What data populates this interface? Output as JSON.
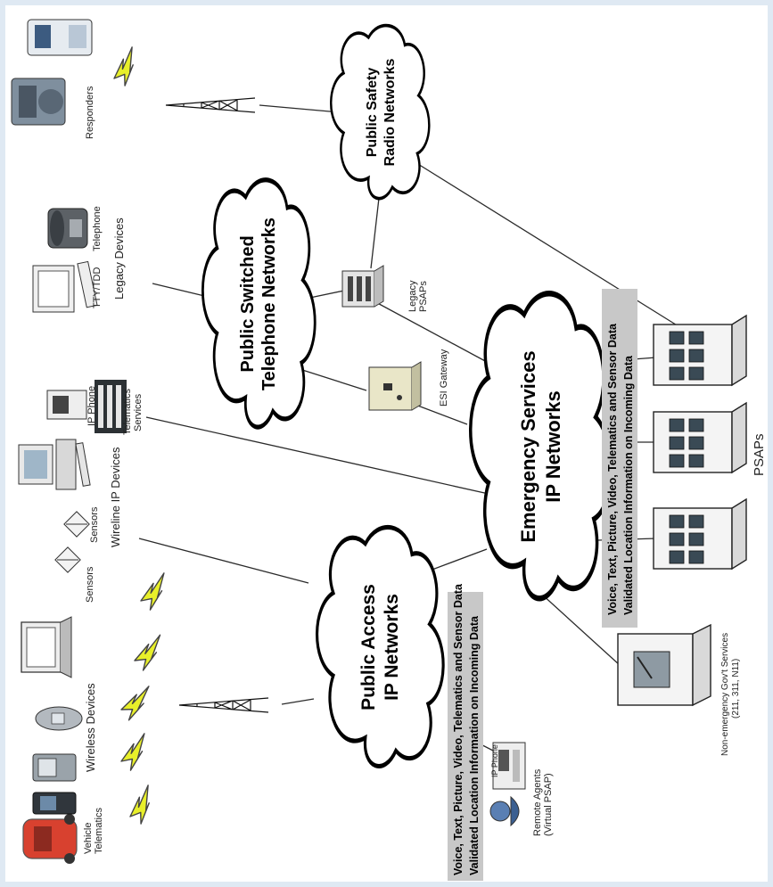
{
  "clouds": {
    "public_access": [
      "Public Access",
      "IP Networks"
    ],
    "emergency": [
      "Emergency Services",
      "IP Networks"
    ],
    "pstn": [
      "Public Switched",
      "Telephone Networks"
    ],
    "radio": [
      "Public Safety",
      "Radio Networks"
    ]
  },
  "labels": {
    "vehicle_telematics": [
      "Vehicle",
      "Telematics"
    ],
    "wireless_devices": "Wireless Devices",
    "sensors": "Sensors",
    "wireline_sensors": "Sensors",
    "wireline_ip_devices": "Wireline IP Devices",
    "ip_phone": "IP Phone",
    "telematics_services": [
      "Telematics",
      "Services"
    ],
    "tty_tdd": "TTY/TDD",
    "telephone": "Telephone",
    "legacy_devices": "Legacy Devices",
    "responders": "Responders",
    "esi_gateway": "ESI Gateway",
    "legacy_psaps": [
      "Legacy",
      "PSAPs"
    ],
    "psaps": "PSAPs",
    "non_emergency": [
      "Non-emergency Gov't Services",
      "(211, 311, N11)"
    ],
    "remote_agents": [
      "Remote Agents",
      "(Virtual PSAP)"
    ],
    "remote_ip_phone": "IP Phone"
  },
  "banners": {
    "left": [
      "Voice, Text, Picture, Video, Telematics and Sensor Data",
      "Validated Location Information on Incoming Data"
    ],
    "right": [
      "Voice, Text, Picture, Video, Telematics and Sensor Data",
      "Validated Location Information on Incoming Data"
    ]
  },
  "colors": {
    "page_border": "#dfe9f3",
    "bolt": "#e8ef2a",
    "banner": "#c8c8c8",
    "car": "#d8412f"
  }
}
